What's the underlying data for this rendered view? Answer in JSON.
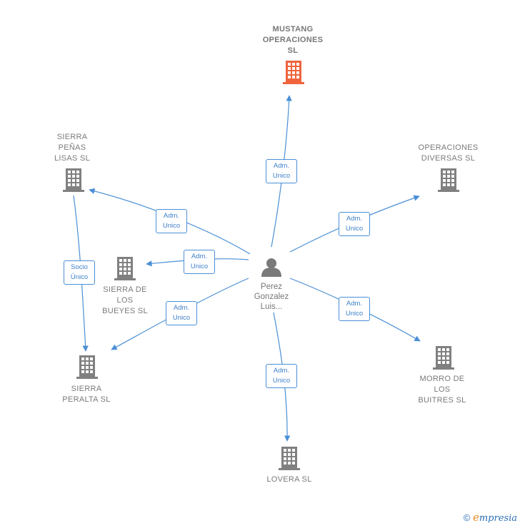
{
  "center": {
    "name": "Perez\nGonzalez\nLuis..."
  },
  "companies": [
    {
      "id": "mustang",
      "name": "MUSTANG\nOPERACIONES\nSL",
      "highlight": true
    },
    {
      "id": "sierra-penas",
      "name": "SIERRA\nPEÑAS\nLISAS  SL"
    },
    {
      "id": "operaciones-diversas",
      "name": "OPERACIONES\nDIVERSAS  SL"
    },
    {
      "id": "sierra-bueyes",
      "name": "SIERRA DE\nLOS\nBUEYES  SL"
    },
    {
      "id": "sierra-peralta",
      "name": "SIERRA\nPERALTA  SL"
    },
    {
      "id": "morro-buitres",
      "name": "MORRO DE\nLOS\nBUITRES SL"
    },
    {
      "id": "lovera",
      "name": "LOVERA  SL"
    }
  ],
  "edges": [
    {
      "label": "Adm.\nUnico",
      "target": "mustang"
    },
    {
      "label": "Adm.\nUnico",
      "target": "sierra-penas"
    },
    {
      "label": "Adm.\nUnico",
      "target": "operaciones-diversas"
    },
    {
      "label": "Adm.\nUnico",
      "target": "sierra-bueyes"
    },
    {
      "label": "Adm.\nUnico",
      "target": "sierra-peralta"
    },
    {
      "label": "Adm.\nUnico",
      "target": "morro-buitres"
    },
    {
      "label": "Adm.\nUnico",
      "target": "lovera"
    },
    {
      "label": "Socio\nÚnico",
      "target": "sierra-peralta"
    }
  ],
  "colors": {
    "edge": "#4a8fd6",
    "building": "#808080",
    "building_highlight": "#f0643c"
  },
  "footer": {
    "copyright": "©",
    "brand_first": "e",
    "brand_rest": "mpresia"
  }
}
